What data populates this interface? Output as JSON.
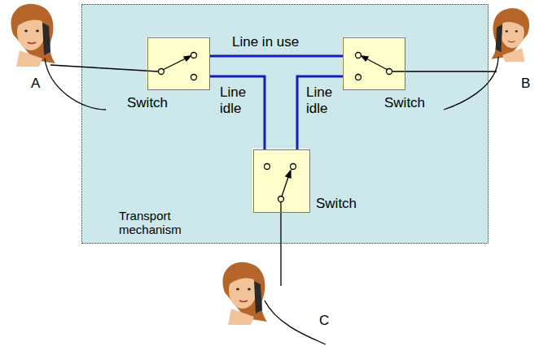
{
  "diagram": {
    "nodes": [
      {
        "text": [
          "Transport mechanism"
        ]
      },
      {
        "text": [
          "Switch"
        ],
        "in": 0
      },
      {
        "text": [
          "Switch"
        ],
        "in": 0
      },
      {
        "text": [
          "Switch"
        ],
        "in": 0
      }
    ],
    "edges": [
      {
        "from": 1,
        "to": 2,
        "arrow": "none",
        "label": "Line in use"
      },
      {
        "from": 1,
        "to": 3,
        "arrow": "none",
        "label": "Line idle"
      },
      {
        "from": 2,
        "to": 3,
        "arrow": "none",
        "label": "Line idle"
      }
    ],
    "labels": [
      "A",
      "B",
      "C"
    ]
  }
}
